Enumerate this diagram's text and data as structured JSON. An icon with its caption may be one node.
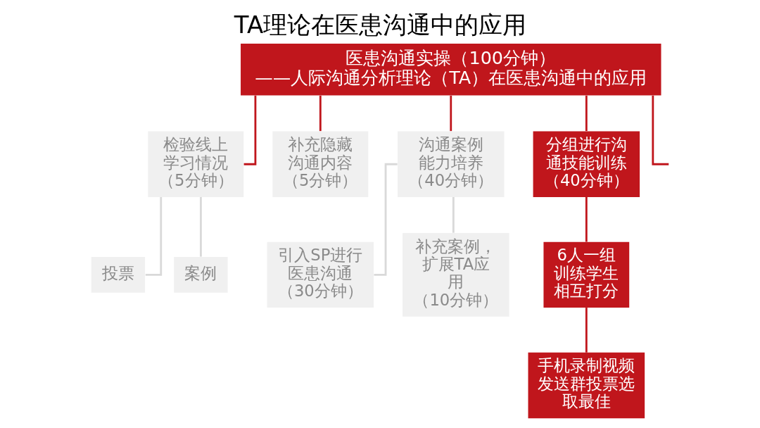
{
  "diagram": {
    "title": "TA理论在医患沟通中的应用",
    "nodes": [
      {
        "text": [
          "医患沟通实操（100分钟）",
          "——人际沟通分析理论（TA）在医患沟通中的应用"
        ]
      },
      {
        "text": [
          "检验线上学习情况（5分钟）"
        ]
      },
      {
        "text": [
          "补充隐藏沟通内容（5分钟）"
        ]
      },
      {
        "text": [
          "沟通案例能力培养（40分钟）"
        ]
      },
      {
        "text": [
          "分组进行沟通技能训练（40分钟）"
        ]
      },
      {
        "text": [
          "投票"
        ]
      },
      {
        "text": [
          "案例"
        ]
      },
      {
        "text": [
          "引入SP进行医患沟通（30分钟）"
        ]
      },
      {
        "text": [
          "补充案例，扩展TA应用（10分钟）"
        ]
      },
      {
        "text": [
          "6人一组训练学生相互打分"
        ]
      },
      {
        "text": [
          "手机录制视频发送群投票选取最佳"
        ]
      }
    ],
    "edges": [
      {
        "from": 0,
        "to": 1,
        "arrow": "none"
      },
      {
        "from": 0,
        "to": 2,
        "arrow": "none"
      },
      {
        "from": 0,
        "to": 3,
        "arrow": "none"
      },
      {
        "from": 0,
        "to": 4,
        "arrow": "none"
      },
      {
        "from": 0,
        "to": null,
        "arrow": "none"
      },
      {
        "from": 1,
        "to": 5,
        "arrow": "none",
        "color": "#d9d9d9"
      },
      {
        "from": 1,
        "to": 6,
        "arrow": "none",
        "color": "#d9d9d9"
      },
      {
        "from": 3,
        "to": 7,
        "arrow": "none",
        "color": "#d9d9d9"
      },
      {
        "from": 3,
        "to": 8,
        "arrow": "none",
        "color": "#d9d9d9"
      },
      {
        "from": 4,
        "to": 9,
        "arrow": "none"
      },
      {
        "from": 9,
        "to": 10,
        "arrow": "none"
      }
    ]
  }
}
